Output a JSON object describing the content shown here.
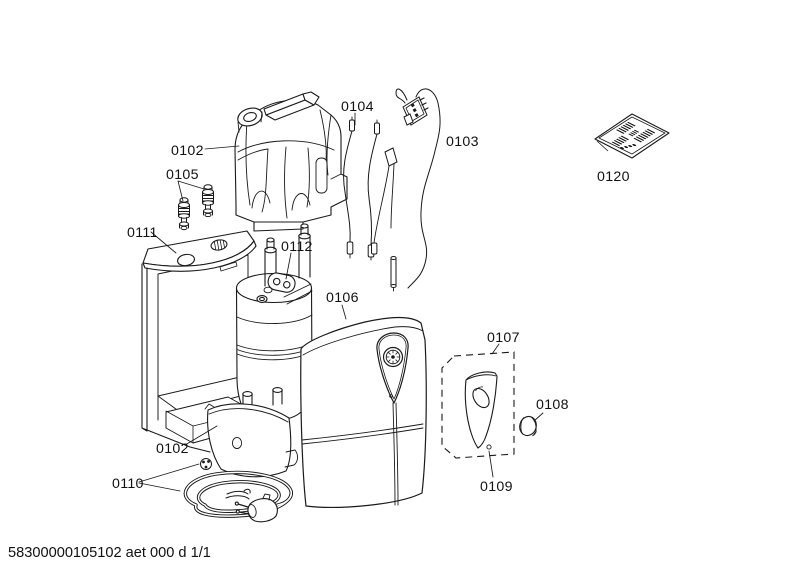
{
  "page": {
    "background": "#ffffff",
    "ink": "#1a1a1a"
  },
  "footer": {
    "doc_code": "58300000105102 aet 000 d 1/1"
  },
  "parts": {
    "p0102_top": {
      "label": "0102"
    },
    "p0103": {
      "label": "0103"
    },
    "p0104": {
      "label": "0104"
    },
    "p0105": {
      "label": "0105"
    },
    "p0106": {
      "label": "0106"
    },
    "p0107": {
      "label": "0107"
    },
    "p0108": {
      "label": "0108"
    },
    "p0109": {
      "label": "0109"
    },
    "p0110": {
      "label": "0110"
    },
    "p0111": {
      "label": "0111"
    },
    "p0112": {
      "label": "0112"
    },
    "p0120": {
      "label": "0120"
    },
    "p0102_bottom": {
      "label": "0102"
    }
  }
}
